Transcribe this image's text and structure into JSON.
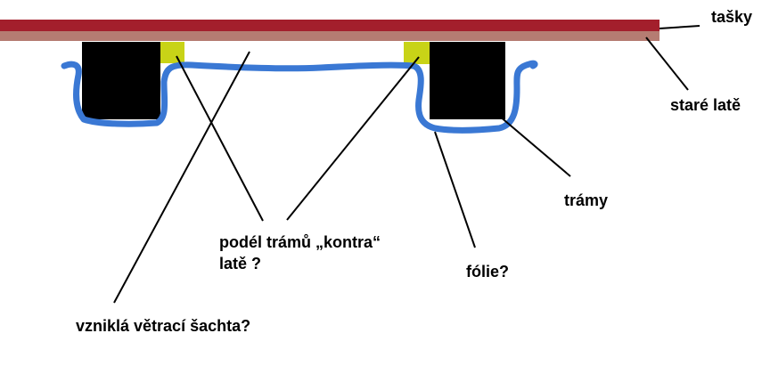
{
  "labels": {
    "tasky": "tašky",
    "stare_late": "staré latě",
    "tramy": "trámy",
    "kontra_late_line1": "podél trámů „kontra“",
    "kontra_late_line2": "latě ?",
    "folie": "fólie?",
    "sachta": "vzniklá větrací šachta?"
  },
  "colors": {
    "tiles": "#a31f2c",
    "old_battens": "#b57c72",
    "beams": "#000000",
    "counter_battens": "#c8d317",
    "foil": "#3a78d4",
    "leader_lines": "#000000"
  }
}
